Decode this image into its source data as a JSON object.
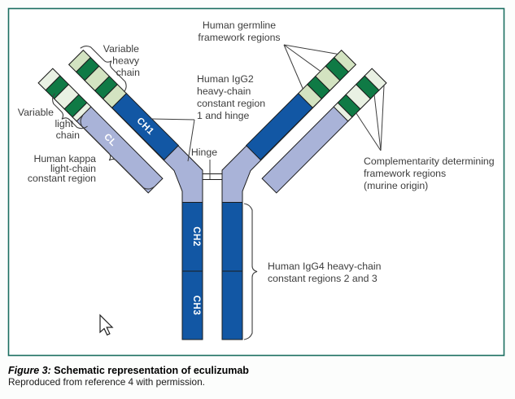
{
  "colors": {
    "dark_blue": "#1257a4",
    "lavender": "#a9b3d8",
    "heavy_pale_green": "#d3e3c1",
    "light_pale_green": "#e9f1e3",
    "dark_green": "#0f7a45",
    "outline": "#1c1c1c",
    "label_text": "#3d3d3d",
    "figure_border": "#1b6e60"
  },
  "caption": {
    "tag": "Figure 3:",
    "title": " Schematic representation of eculizumab",
    "source": "Reproduced from reference 4 with permission."
  },
  "labels": {
    "variable_heavy": {
      "lines": [
        "Variable",
        "heavy",
        "chain"
      ]
    },
    "variable_light": {
      "lines": [
        "Variable",
        "light",
        "chain"
      ]
    },
    "kappa": {
      "lines": [
        "Human kappa",
        "light-chain",
        "constant region"
      ]
    },
    "germline": {
      "lines": [
        "Human germline",
        "framework regions"
      ]
    },
    "igg2": {
      "lines": [
        "Human IgG2",
        "heavy-chain",
        "constant region",
        "1 and hinge"
      ]
    },
    "hinge": "Hinge",
    "complementarity": {
      "lines": [
        "Complementarity determining",
        "framework regions",
        "(murine origin)"
      ]
    },
    "igg4": {
      "lines": [
        "Human IgG4 heavy-chain",
        "constant regions 2 and 3"
      ]
    }
  },
  "segments": {
    "ch1": "CH1",
    "cl": "CL",
    "ch2": "CH2",
    "ch3": "CH3"
  }
}
